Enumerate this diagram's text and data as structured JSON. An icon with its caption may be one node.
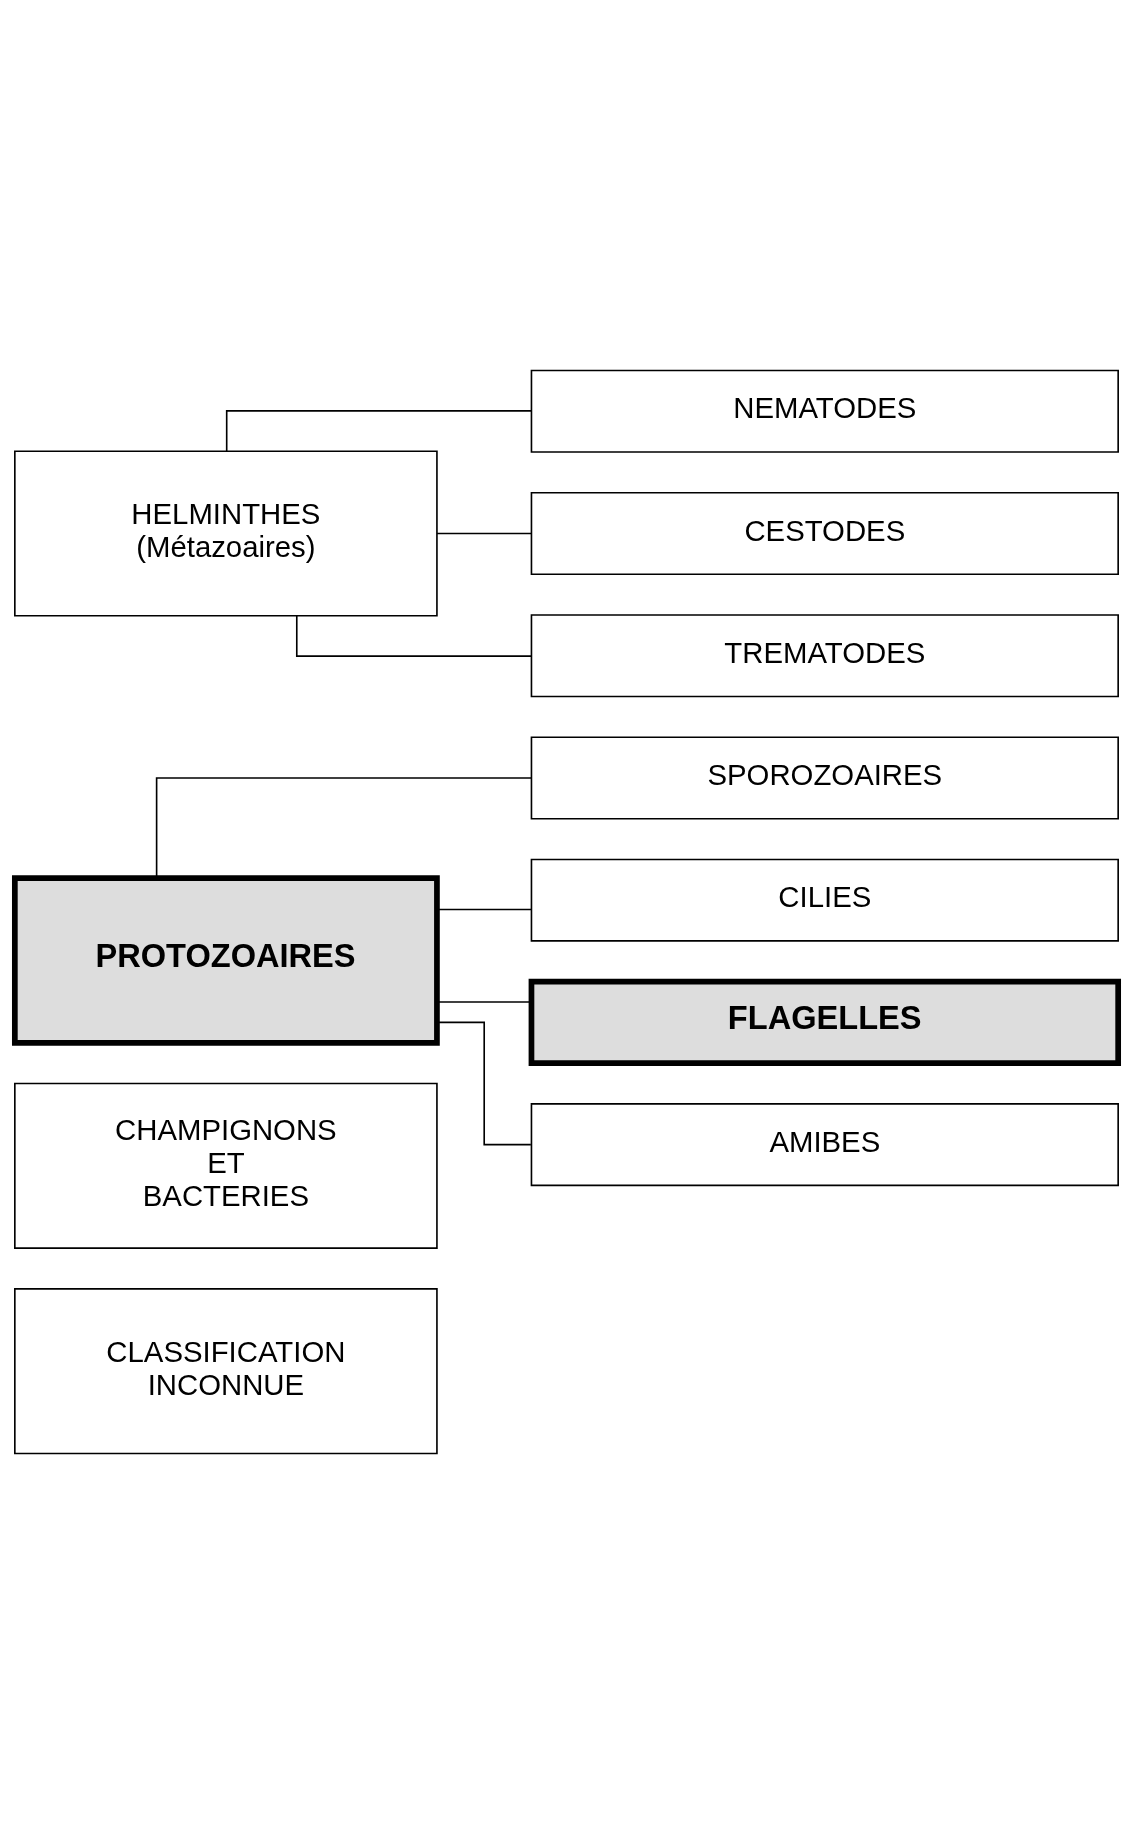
{
  "diagram": {
    "nodes": [
      {
        "text": [
          "HELMINTHES (Métazoaires)"
        ]
      },
      {
        "text": [
          "TREMATODES"
        ]
      },
      {
        "text": [
          "CESTODES"
        ]
      },
      {
        "text": [
          "NEMATODES"
        ]
      },
      {
        "text": [
          "PROTOZOAIRES"
        ]
      },
      {
        "text": [
          "AMIBES"
        ]
      },
      {
        "text": [
          "FLAGELLES"
        ]
      },
      {
        "text": [
          "CILIES"
        ]
      },
      {
        "text": [
          "SPOROZOAIRES"
        ]
      },
      {
        "text": [
          "CHAMPIGNONS ET BACTERIES"
        ]
      },
      {
        "text": [
          "CLASSIFICATION INCONNUE"
        ]
      }
    ],
    "edges": [
      {
        "from": 0,
        "to": 1,
        "arrow": "none"
      },
      {
        "from": 0,
        "to": 2,
        "arrow": "none"
      },
      {
        "from": 0,
        "to": 3,
        "arrow": "none"
      },
      {
        "from": 4,
        "to": 5,
        "arrow": "none"
      },
      {
        "from": 4,
        "to": 6,
        "arrow": "none"
      },
      {
        "from": 4,
        "to": 7,
        "arrow": "none"
      },
      {
        "from": 4,
        "to": 8,
        "arrow": "none"
      }
    ]
  }
}
